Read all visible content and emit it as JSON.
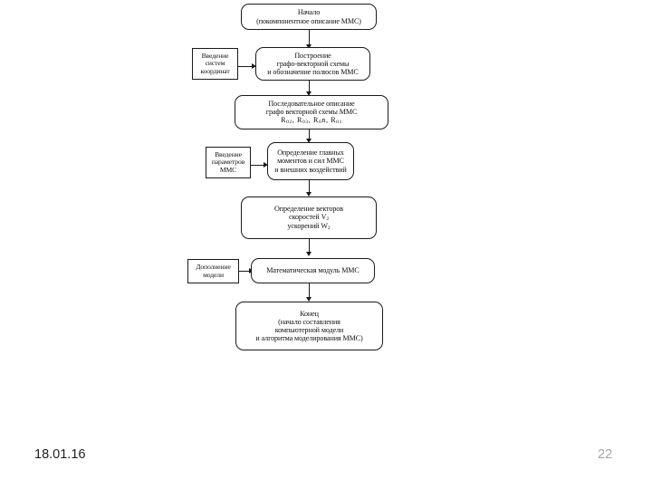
{
  "slide": {
    "title_text": "",
    "footer": {
      "date": "18.01.16",
      "page_number": "22"
    },
    "colors": {
      "background": "#ffffff",
      "line": "#1a1a1a",
      "text": "#101010",
      "page_number": "#a6a6a6"
    }
  },
  "diagram": {
    "type": "flowchart",
    "orientation": "vertical",
    "nodes": {
      "start": {
        "shape": "rounded-rectangle",
        "line1": "Начало",
        "line2": "(покомпонентное описание ММС)"
      },
      "coord_systems": {
        "shape": "rectangle",
        "line1": "Введение",
        "line2": "систем",
        "line3": "координат"
      },
      "build_scheme": {
        "shape": "rounded-rectangle",
        "line1": "Построение",
        "line2": "графо-векторной схемы",
        "line3": "и обозначение полюсов ММС"
      },
      "sequential_description": {
        "shape": "rounded-rectangle",
        "line1": "Последовательное описание",
        "line2": "графо векторной схемы ММС",
        "line3": "R02,  R03,  R0n,  R01"
      },
      "params": {
        "shape": "rectangle",
        "line1": "Введение",
        "line2": "параметров",
        "line3": "ММС"
      },
      "moments_forces": {
        "shape": "rounded-rectangle",
        "line1": "Определение главных",
        "line2": "моментов и сил ММС",
        "line3": "и внешних воздействий"
      },
      "velocity_vectors": {
        "shape": "rounded-rectangle",
        "line1": "Определение векторов",
        "line2": "скоростей V2",
        "line3": "ускорений W2"
      },
      "model_addition": {
        "shape": "rectangle",
        "line1": "Дополнение",
        "line2": "модели"
      },
      "math_model": {
        "shape": "rounded-rectangle",
        "line1": "Математическая модуль ММС"
      },
      "end": {
        "shape": "rounded-rectangle",
        "line1": "Конец",
        "line2": "(начало составления",
        "line3": "компьютерной модели",
        "line4": "и алгоритма моделирования ММС)"
      }
    }
  }
}
